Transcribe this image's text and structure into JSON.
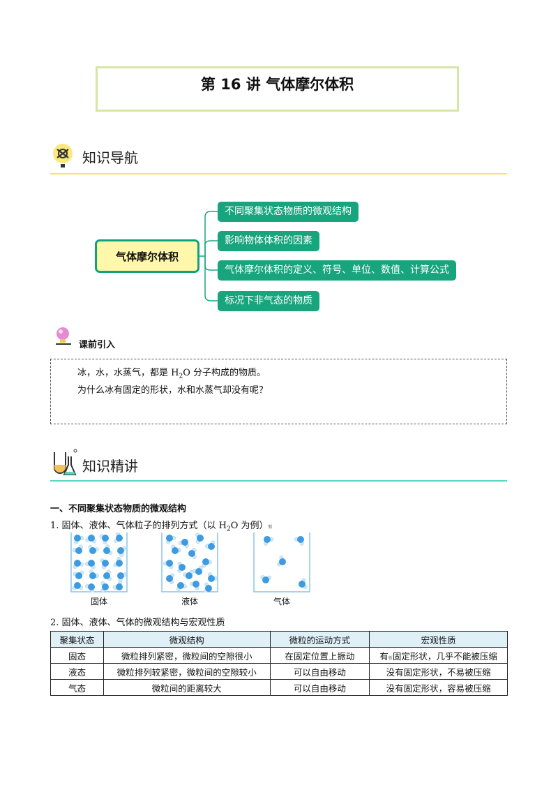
{
  "title": "第 16 讲  气体摩尔体积",
  "nav_section": {
    "label": "知识导航"
  },
  "mindmap": {
    "root": "气体摩尔体积",
    "branches": [
      "不同聚集状态物质的微观结构",
      "影响物体体积的因素",
      "气体摩尔体积的定义、符号、单位、数值、计算公式",
      "标况下非气态的物质"
    ]
  },
  "intro": {
    "label": "课前引入",
    "line1_pre": "冰，水，水蒸气，都是 H",
    "line1_sub": "2",
    "line1_post": "O 分子构成的物质。",
    "line2": "为什么冰有固定的形状，水和水蒸气却没有呢？"
  },
  "explain_section": {
    "label": "知识精讲"
  },
  "section1": {
    "heading": "一、不同聚集状态物质的微观结构",
    "item1_pre": "1.  固体、液体、气体粒子的排列方式（以 H",
    "item1_sub": "2",
    "item1_post": "O 为例）",
    "item1_mark": "新",
    "states": [
      "固体",
      "液体",
      "气体"
    ],
    "item2": "2.  固体、液体、气体的微观结构与宏观性质",
    "table": {
      "headers": [
        "聚集状态",
        "微观结构",
        "微粒的运动方式",
        "宏观性质"
      ],
      "rows": [
        [
          "固态",
          "微粒排列紧密，微粒间的空隙很小",
          "在固定位置上振动",
          "有",
          "新",
          "固定形状，几乎不能被压缩"
        ],
        [
          "液态",
          "微粒排列较紧密，微粒间的空隙较小",
          "可以自由移动",
          "没有固定形状，不易被压缩"
        ],
        [
          "气态",
          "微粒间的距离较大",
          "可以自由移动",
          "没有固定形状，容易被压缩"
        ]
      ]
    }
  },
  "colors": {
    "accent_green": "#18a57e",
    "title_border": "#d6e6a3",
    "root_fill": "#fff7a9",
    "line_yellow": "#f0e36b",
    "line_teal": "#5cd6c0",
    "table_header": "#dff0f7"
  }
}
